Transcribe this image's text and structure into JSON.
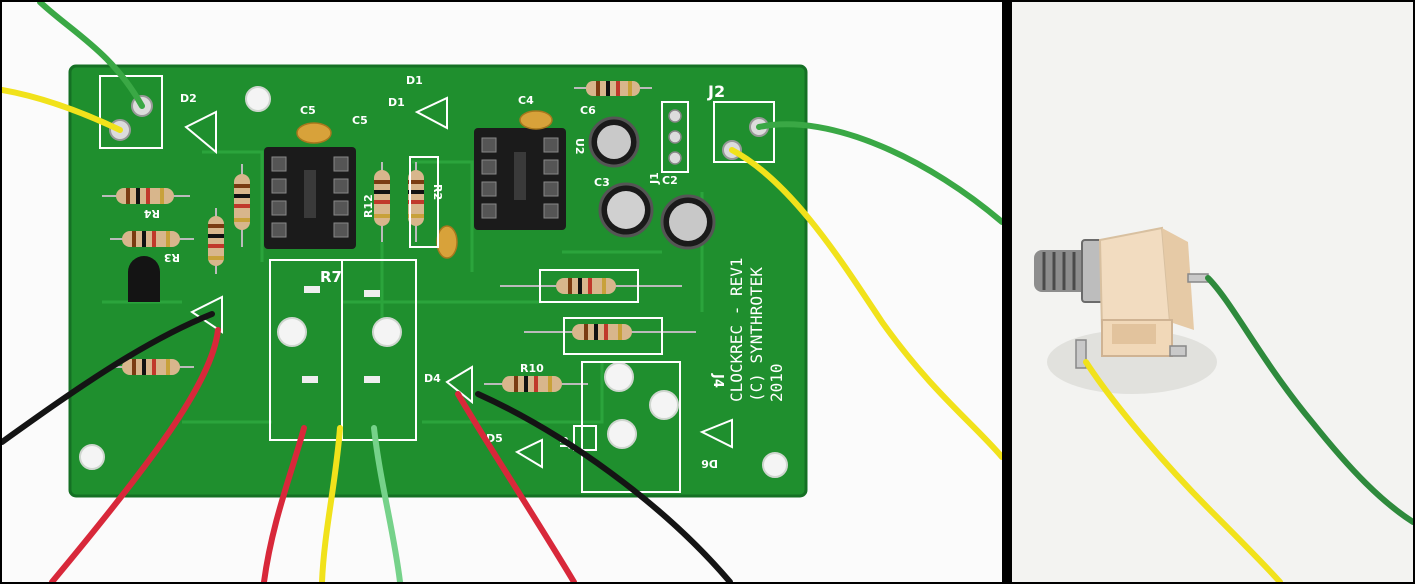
{
  "image": {
    "left_panel": "pcb-board",
    "right_panel": "audio-jack"
  },
  "pcb_labels": {
    "j2": "J2",
    "d1": "D1",
    "d1b": "D1",
    "d2": "D2",
    "c5": "C5",
    "c5b": "C5",
    "c4": "C4",
    "c6": "C6",
    "c3": "C3",
    "c2": "C2",
    "j1": "J1",
    "u2": "U2",
    "r4": "R4",
    "r3": "R3",
    "r2": "R2",
    "r12": "R12",
    "r7": "R7",
    "r10": "R10",
    "d4": "D4",
    "d5": "D5",
    "d6": "D6",
    "j4": "J4",
    "j5": "J5",
    "credit_line1": "CLOCKREC - REV1",
    "credit_line2": "(C) SYNTHROTEK",
    "credit_line3": "2010"
  },
  "colors": {
    "pcb_green": "#1f8f2e",
    "silkscreen": "#ffffff",
    "wire_red": "#d8283a",
    "wire_yellow": "#f1e21b",
    "wire_green": "#3aa845",
    "wire_black": "#141414",
    "jack_body": "#f2dcc0"
  }
}
